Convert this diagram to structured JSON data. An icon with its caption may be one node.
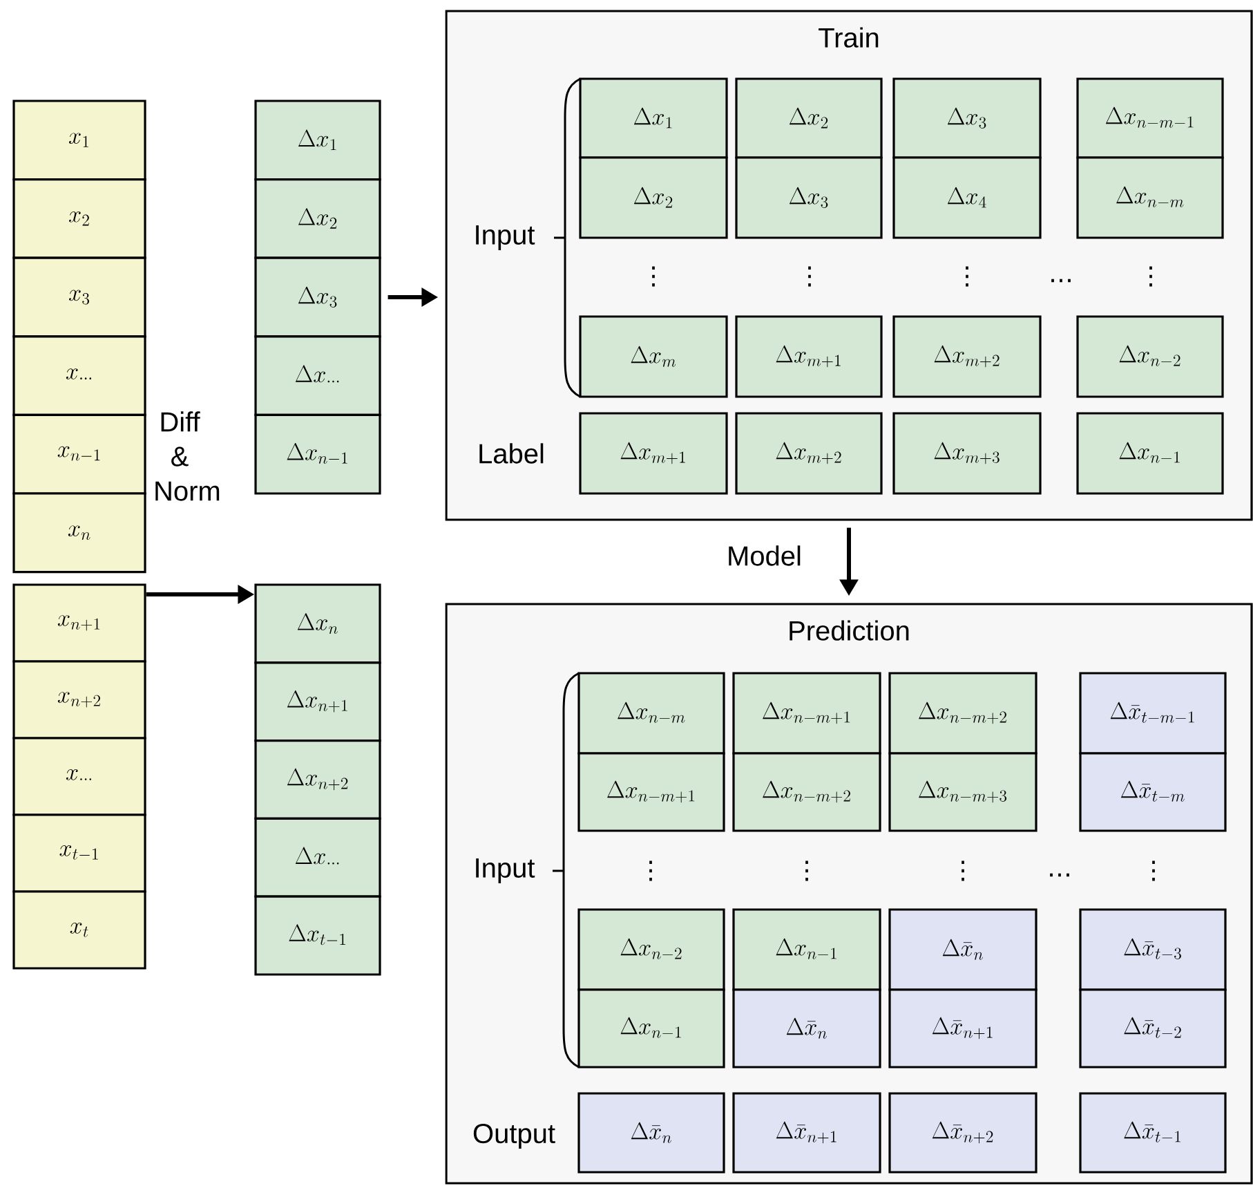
{
  "diagram": {
    "nodes": [
      {
        "text": [
          "x_1"
        ]
      },
      {
        "text": [
          "x_2"
        ]
      },
      {
        "text": [
          "x_3"
        ]
      },
      {
        "text": [
          "x_{\\cdots}"
        ]
      },
      {
        "text": [
          "x_{n-1}"
        ]
      },
      {
        "text": [
          "x_n"
        ]
      },
      {
        "text": [
          "x_{n+1}"
        ]
      },
      {
        "text": [
          "x_{n+2}"
        ]
      },
      {
        "text": [
          "x_{\\cdots}"
        ]
      },
      {
        "text": [
          "x_{t-1}"
        ]
      },
      {
        "text": [
          "x_t"
        ]
      },
      {
        "text": [
          "\\Delta x_1"
        ]
      },
      {
        "text": [
          "\\Delta x_2"
        ]
      },
      {
        "text": [
          "\\Delta x_3"
        ]
      },
      {
        "text": [
          "\\Delta x_{\\cdots}"
        ]
      },
      {
        "text": [
          "\\Delta x_{n-1}"
        ]
      },
      {
        "text": [
          "\\Delta x_n"
        ]
      },
      {
        "text": [
          "\\Delta x_{n+1}"
        ]
      },
      {
        "text": [
          "\\Delta x_{n+2}"
        ]
      },
      {
        "text": [
          "\\Delta x_{\\cdots}"
        ]
      },
      {
        "text": [
          "\\Delta x_{t-1}"
        ]
      },
      {
        "text": [
          "Train"
        ]
      },
      {
        "text": [
          "\\Delta x_1"
        ],
        "in": 21
      },
      {
        "text": [
          "\\Delta x_2"
        ],
        "in": 21
      },
      {
        "text": [
          "\\Delta x_3"
        ],
        "in": 21
      },
      {
        "text": [
          "\\Delta x_{n-m-1}"
        ],
        "in": 21
      },
      {
        "text": [
          "\\Delta x_2"
        ],
        "in": 21
      },
      {
        "text": [
          "\\Delta x_3"
        ],
        "in": 21
      },
      {
        "text": [
          "\\Delta x_4"
        ],
        "in": 21
      },
      {
        "text": [
          "\\Delta x_{n-m}"
        ],
        "in": 21
      },
      {
        "text": [
          "\\Delta x_m"
        ],
        "in": 21
      },
      {
        "text": [
          "\\Delta x_{m+1}"
        ],
        "in": 21
      },
      {
        "text": [
          "\\Delta x_{m+2}"
        ],
        "in": 21
      },
      {
        "text": [
          "\\Delta x_{n-2}"
        ],
        "in": 21
      },
      {
        "text": [
          "\\Delta x_{m+1}"
        ],
        "in": 21
      },
      {
        "text": [
          "\\Delta x_{m+2}"
        ],
        "in": 21
      },
      {
        "text": [
          "\\Delta x_{m+3}"
        ],
        "in": 21
      },
      {
        "text": [
          "\\Delta x_{n-1}"
        ],
        "in": 21
      },
      {
        "text": [
          "Prediction"
        ]
      },
      {
        "text": [
          "\\Delta x_{n-m}"
        ],
        "in": 38
      },
      {
        "text": [
          "\\Delta x_{n-m+1}"
        ],
        "in": 38
      },
      {
        "text": [
          "\\Delta x_{n-m+2}"
        ],
        "in": 38
      },
      {
        "text": [
          "\\Delta \\bar{x}_{t-m-1}"
        ],
        "in": 38
      },
      {
        "text": [
          "\\Delta x_{n-m+1}"
        ],
        "in": 38
      },
      {
        "text": [
          "\\Delta x_{n-m+2}"
        ],
        "in": 38
      },
      {
        "text": [
          "\\Delta x_{n-m+3}"
        ],
        "in": 38
      },
      {
        "text": [
          "\\Delta \\bar{x}_{t-m}"
        ],
        "in": 38
      },
      {
        "text": [
          "\\Delta x_{n-2}"
        ],
        "in": 38
      },
      {
        "text": [
          "\\Delta x_{n-1}"
        ],
        "in": 38
      },
      {
        "text": [
          "\\Delta \\bar{x}_n"
        ],
        "in": 38
      },
      {
        "text": [
          "\\Delta \\bar{x}_{t-3}"
        ],
        "in": 38
      },
      {
        "text": [
          "\\Delta x_{n-1}"
        ],
        "in": 38
      },
      {
        "text": [
          "\\Delta \\bar{x}_n"
        ],
        "in": 38
      },
      {
        "text": [
          "\\Delta \\bar{x}_{n+1}"
        ],
        "in": 38
      },
      {
        "text": [
          "\\Delta \\bar{x}_{t-2}"
        ],
        "in": 38
      },
      {
        "text": [
          "\\Delta \\bar{x}_n"
        ],
        "in": 38
      },
      {
        "text": [
          "\\Delta \\bar{x}_{n+1}"
        ],
        "in": 38
      },
      {
        "text": [
          "\\Delta \\bar{x}_{n+2}"
        ],
        "in": 38
      },
      {
        "text": [
          "\\Delta \\bar{x}_{t-1}"
        ],
        "in": 38
      }
    ],
    "edges": [
      {
        "from": 13,
        "to": 21,
        "arrow": "to"
      },
      {
        "from": 21,
        "to": 38,
        "arrow": "to",
        "label": "Model"
      },
      {
        "from": 6,
        "to": 16,
        "arrow": "to",
        "label": "Diff & Norm"
      }
    ],
    "labels": [
      "Input",
      "⋮",
      "⋮",
      "⋮",
      "…",
      "⋮",
      "Label",
      "Input",
      "⋮",
      "⋮",
      "⋮",
      "…",
      "⋮",
      "Output"
    ]
  }
}
